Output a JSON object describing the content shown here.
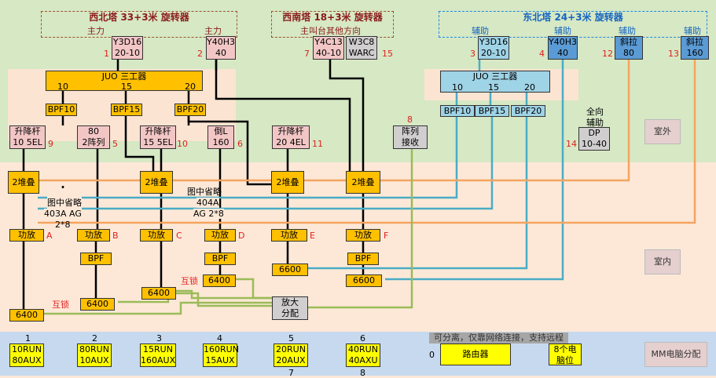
{
  "towers": {
    "nw": {
      "title": "西北塔 33+3米 旋转器",
      "role_left": "主力",
      "role_right": "主力"
    },
    "sw": {
      "title": "西南塔 18+3米 旋转器",
      "role": "主叫台其他方向"
    },
    "ne": {
      "title": "东北塔 24+3米 旋转器",
      "roles": [
        "辅助",
        "辅助",
        "辅助",
        "辅助"
      ]
    }
  },
  "antennas": [
    {
      "num": "1",
      "l1": "Y3D16",
      "l2": "20-10"
    },
    {
      "num": "2",
      "l1": "Y40H3",
      "l2": "40"
    },
    {
      "num": "7",
      "l1": "Y4C13",
      "l2": "40-10"
    },
    {
      "num": "15",
      "l1": "W3C8",
      "l2": "WARC"
    },
    {
      "num": "3",
      "l1": "Y3D16",
      "l2": "20-10"
    },
    {
      "num": "4",
      "l1": "Y40H3",
      "l2": "40"
    },
    {
      "num": "12",
      "l1": "斜拉",
      "l2": "80"
    },
    {
      "num": "13",
      "l1": "斜拉",
      "l2": "160"
    }
  ],
  "triplexer_left": {
    "title": "JUO 三工器",
    "ports": [
      "10",
      "15",
      "20"
    ]
  },
  "triplexer_right": {
    "title": "JUO 三工器",
    "ports": [
      "10",
      "15",
      "20"
    ]
  },
  "bpf_left": [
    "BPF10",
    "BPF15",
    "BPF20"
  ],
  "bpf_right": [
    "BPF10",
    "BPF15",
    "BPF20"
  ],
  "ant_row2": [
    {
      "num": "9",
      "l1": "升降杆",
      "l2": "10 5EL"
    },
    {
      "num": "5",
      "l1": "80",
      "l2": "2阵列"
    },
    {
      "num": "10",
      "l1": "升降杆",
      "l2": "15 5EL"
    },
    {
      "num": "6",
      "l1": "倒L",
      "l2": "160"
    },
    {
      "num": "11",
      "l1": "升降杆",
      "l2": "20 4EL"
    }
  ],
  "array_rx": {
    "num": "8",
    "l1": "阵列",
    "l2": "接收"
  },
  "omni": {
    "cap1": "全向",
    "cap2": "辅助",
    "num": "14",
    "l1": "DP",
    "l2": "10-40"
  },
  "stack_label": "2堆叠",
  "omit_notes": [
    {
      "l1": "图中省略",
      "l2": "403A AG",
      "l3": "2*8"
    },
    {
      "l1": "图中省略",
      "l2": "404A",
      "l3": "AG 2*8"
    }
  ],
  "amps": [
    {
      "label": "功放",
      "letter": "A"
    },
    {
      "label": "功放",
      "letter": "B"
    },
    {
      "label": "功放",
      "letter": "C"
    },
    {
      "label": "功放",
      "letter": "D"
    },
    {
      "label": "功放",
      "letter": "E"
    },
    {
      "label": "功放",
      "letter": "F"
    }
  ],
  "bpf_label": "BPF",
  "radios": [
    "6400",
    "6400",
    "6400",
    "6400",
    "6600",
    "6600"
  ],
  "interlock": "互锁",
  "splitter": {
    "l1": "放大",
    "l2": "分配"
  },
  "zones": {
    "outdoor": "室外",
    "indoor": "室内",
    "pc": "MM电脑分配"
  },
  "pc_note": "可分离，仅靠网络连接，支持远程",
  "pcs": [
    {
      "top": "1",
      "l1": "10RUN",
      "l2": "80AUX",
      "bottom": ""
    },
    {
      "top": "2",
      "l1": "80RUN",
      "l2": "10AUX",
      "bottom": ""
    },
    {
      "top": "3",
      "l1": "15RUN",
      "l2": "160AUX",
      "bottom": ""
    },
    {
      "top": "4",
      "l1": "160RUN",
      "l2": "15AUX",
      "bottom": ""
    },
    {
      "top": "5",
      "l1": "20RUN",
      "l2": "20AUX",
      "bottom": "7"
    },
    {
      "top": "6",
      "l1": "40RUN",
      "l2": "40AXU",
      "bottom": "8"
    }
  ],
  "router": {
    "num": "0",
    "label": "路由器"
  },
  "pc8": {
    "l1": "8个电",
    "l2": "脑位"
  },
  "colors": {
    "orange": "#ffc000",
    "pink": "#f3c6c6",
    "blue": "#5b9bd5",
    "lightblue": "#9fd3e6",
    "wire_blue": "#4bacc6",
    "wire_orange": "#f4a460",
    "wire_green": "#9bbb59"
  }
}
